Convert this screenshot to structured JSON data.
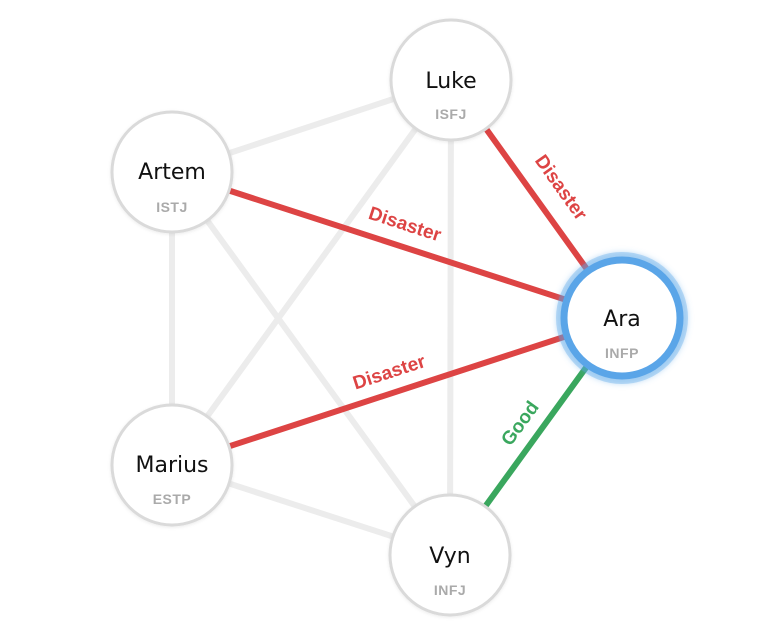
{
  "nodes": [
    {
      "id": "luke",
      "name": "Luke",
      "type": "ISFJ",
      "selected": false
    },
    {
      "id": "artem",
      "name": "Artem",
      "type": "ISTJ",
      "selected": false
    },
    {
      "id": "ara",
      "name": "Ara",
      "type": "INFP",
      "selected": true
    },
    {
      "id": "marius",
      "name": "Marius",
      "type": "ESTP",
      "selected": false
    },
    {
      "id": "vyn",
      "name": "Vyn",
      "type": "INFJ",
      "selected": false
    }
  ],
  "edges": [
    {
      "from": "artem",
      "to": "ara",
      "label": "Disaster",
      "status": "disaster"
    },
    {
      "from": "luke",
      "to": "ara",
      "label": "Disaster",
      "status": "disaster"
    },
    {
      "from": "marius",
      "to": "ara",
      "label": "Disaster",
      "status": "disaster"
    },
    {
      "from": "vyn",
      "to": "ara",
      "label": "Good",
      "status": "good"
    }
  ],
  "colors": {
    "disaster": "#dd4444",
    "good": "#3aa75e",
    "neutral_edge": "#ececec",
    "selected_ring": "#5aa5e8",
    "node_border": "#dadada"
  }
}
